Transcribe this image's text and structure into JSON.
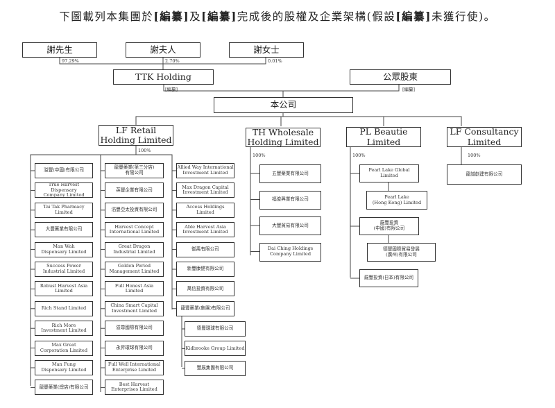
{
  "title": {
    "prefix": "下圖載列本集團於",
    "redact": "[編纂]",
    "mid1": "及",
    "mid2": "完成後的股權及企業架構(假設",
    "suffix": "未獲行使)。"
  },
  "shareholders": [
    {
      "name": "謝先生",
      "pct": "97.29%"
    },
    {
      "name": "謝夫人",
      "pct": "2.70%"
    },
    {
      "name": "謝女士",
      "pct": "0.01%"
    }
  ],
  "ttk": {
    "name": "TTK Holding",
    "pct": "[編纂]"
  },
  "public": {
    "name": "公眾股東",
    "pct": "[編纂]"
  },
  "company": {
    "name": "本公司"
  },
  "level2": [
    {
      "name": "LF Retail\nHolding Limited",
      "pct": "100%"
    },
    {
      "name": "TH Wholesale\nHolding Limited",
      "pct": "100%"
    },
    {
      "name": "PL Beautie Limited",
      "pct": "100%"
    },
    {
      "name": "LF Consultancy\nLimited",
      "pct": "100%"
    }
  ],
  "retail_col1": [
    "溢豐(中國)有限公司",
    "True Harvest Dispensary\nCompany Limited",
    "Tai Tak Pharmacy Limited",
    "大豐藥業有限公司",
    "Man Wah\nDispensary Limited",
    "Success Power\nIndustrial Limited",
    "Robust Harvest Asia Limited",
    "Rich Stand Limited",
    "Rich More\nInvestment Limited",
    "Max Great\nCorporation Limited",
    "Man Fung\nDispensary Limited",
    "龍豐藥業(總店)有限公司"
  ],
  "retail_col2": [
    "龍豐藥業(第三分店)\n有限公司",
    "英豐企業有限公司",
    "滔豐亞太投資有限公司",
    "Harvest Concept\nInternational Limited",
    "Great Dragon\nIndustrial Limited",
    "Golden Period\nManagement Limited",
    "Full Honest Asia Limited",
    "China Smart Capital\nInvestment Limited",
    "溢尊國際有限公司",
    "永昇環球有限公司",
    "Full Well International\nEnterprise Limited",
    "Best Harvest\nEnterprises Limited"
  ],
  "retail_col3": [
    "Allied Way International\nInvestment Limited",
    "Max Dragon Capital\nInvestment Limited",
    "Access Holdings Limited",
    "Able Harvest Asia\nInvestment Limited",
    "御禹有限公司",
    "新豐康健有限公司",
    "萬信投資有限公司",
    "龍豐藥業(集團)有限公司"
  ],
  "retail_col3_sub": [
    "德豐環球有限公司",
    "Kidbrooke Group Limited",
    "豐展集團有限公司"
  ],
  "wholesale": [
    "五豐藥業有限公司",
    "福俊興業有限公司",
    "大豐貿易有限公司",
    "Dai Ching Holdings\nCompany Limited"
  ],
  "beautie": {
    "global": "Pearl Lake Global Limited",
    "hk": "Pearl Lake\n(Hong Kong) Limited",
    "china": "龍豐投資\n(中國)有限公司",
    "guangzhou": "德豐國際貿易發展\n(廣州)有限公司",
    "japan": "龍豐投資(日本)有限公司"
  },
  "consultancy_sub": "龍誠創建有限公司"
}
